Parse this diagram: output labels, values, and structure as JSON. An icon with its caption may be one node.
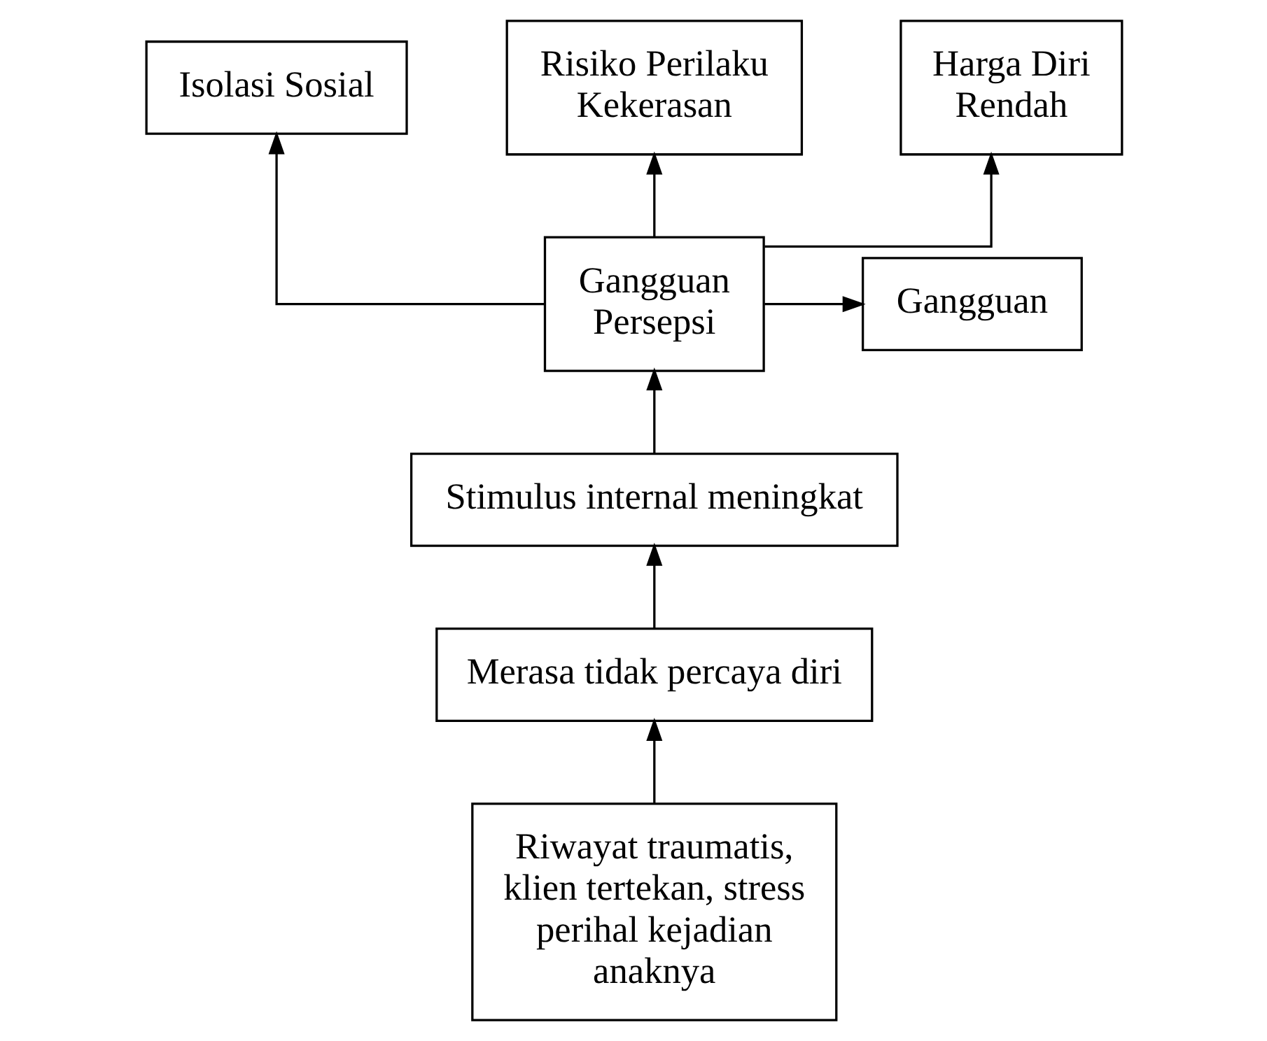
{
  "diagram": {
    "nodes": [
      {
        "text": [
          "Isolasi Sosial"
        ]
      },
      {
        "text": [
          "Risiko Perilaku Kekerasan"
        ]
      },
      {
        "text": [
          "Harga Diri Rendah"
        ]
      },
      {
        "text": [
          "Gangguan"
        ]
      },
      {
        "text": [
          "Gangguan Persepsi"
        ]
      },
      {
        "text": [
          "Stimulus internal meningkat"
        ]
      },
      {
        "text": [
          "Merasa tidak percaya diri"
        ]
      },
      {
        "text": [
          "Riwayat traumatis, klien tertekan, stress perihal kejadian anaknya"
        ]
      }
    ],
    "edges": [
      {
        "from": 7,
        "to": 6,
        "arrow": "to"
      },
      {
        "from": 6,
        "to": 5,
        "arrow": "to"
      },
      {
        "from": 5,
        "to": 4,
        "arrow": "to"
      },
      {
        "from": 4,
        "to": 3,
        "arrow": "to"
      },
      {
        "from": 4,
        "to": 0,
        "arrow": "to"
      },
      {
        "from": 4,
        "to": 1,
        "arrow": "to"
      },
      {
        "from": 4,
        "to": 2,
        "arrow": "to"
      }
    ]
  }
}
